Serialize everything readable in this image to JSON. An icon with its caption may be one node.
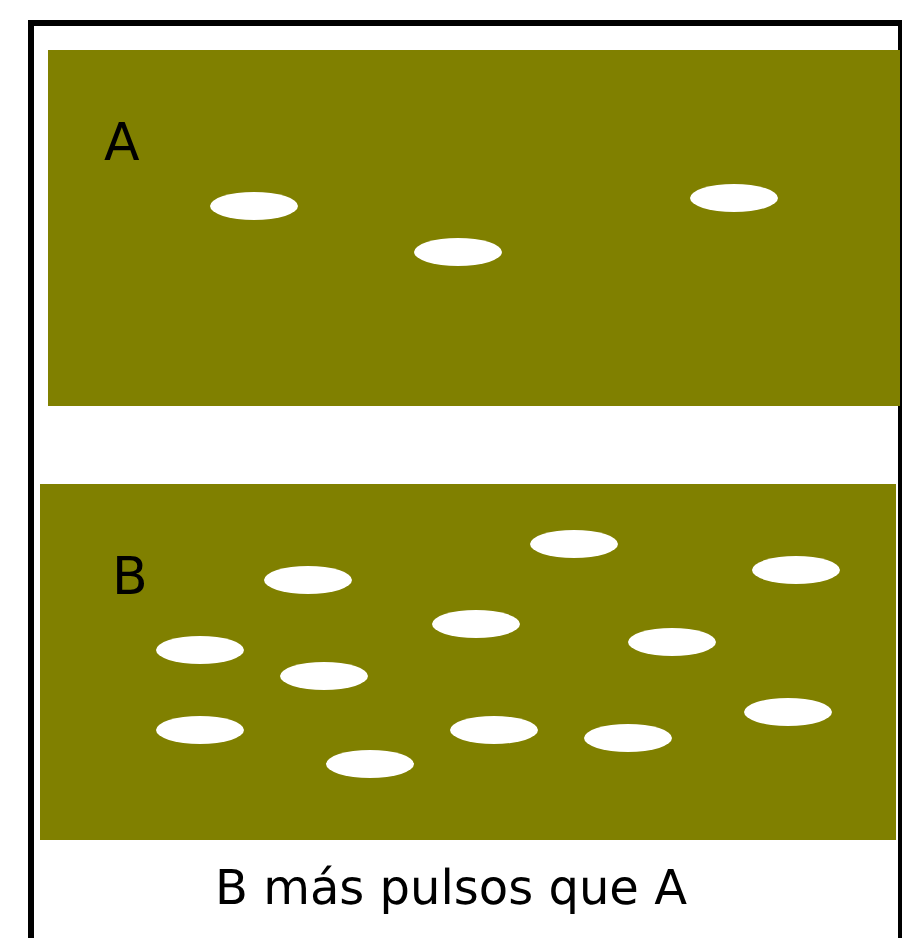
{
  "diagram": {
    "caption": "B más pulsos que A",
    "nodes": [
      {
        "text": [
          "A"
        ]
      },
      {
        "text": [
          "B"
        ]
      }
    ]
  }
}
